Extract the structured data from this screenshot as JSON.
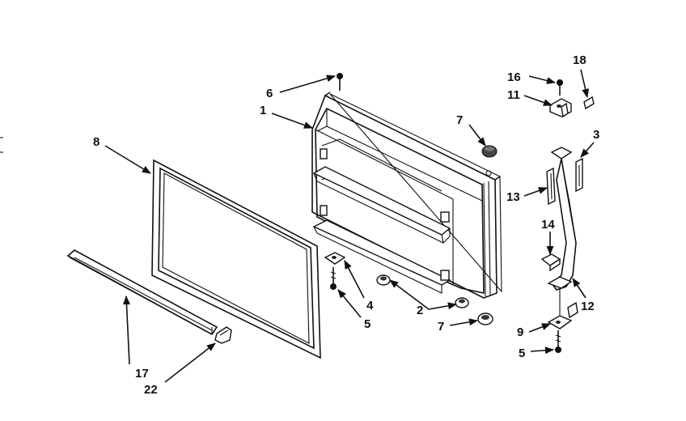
{
  "callouts": {
    "c1": "1",
    "c2": "2",
    "c3": "3",
    "c4": "4",
    "c5a": "5",
    "c5b": "5",
    "c6": "6",
    "c7a": "7",
    "c7b": "7",
    "c8": "8",
    "c9": "9",
    "c11": "11",
    "c12": "12",
    "c13": "13",
    "c14": "14",
    "c16": "16",
    "c17": "17",
    "c18": "18",
    "c22": "22"
  }
}
